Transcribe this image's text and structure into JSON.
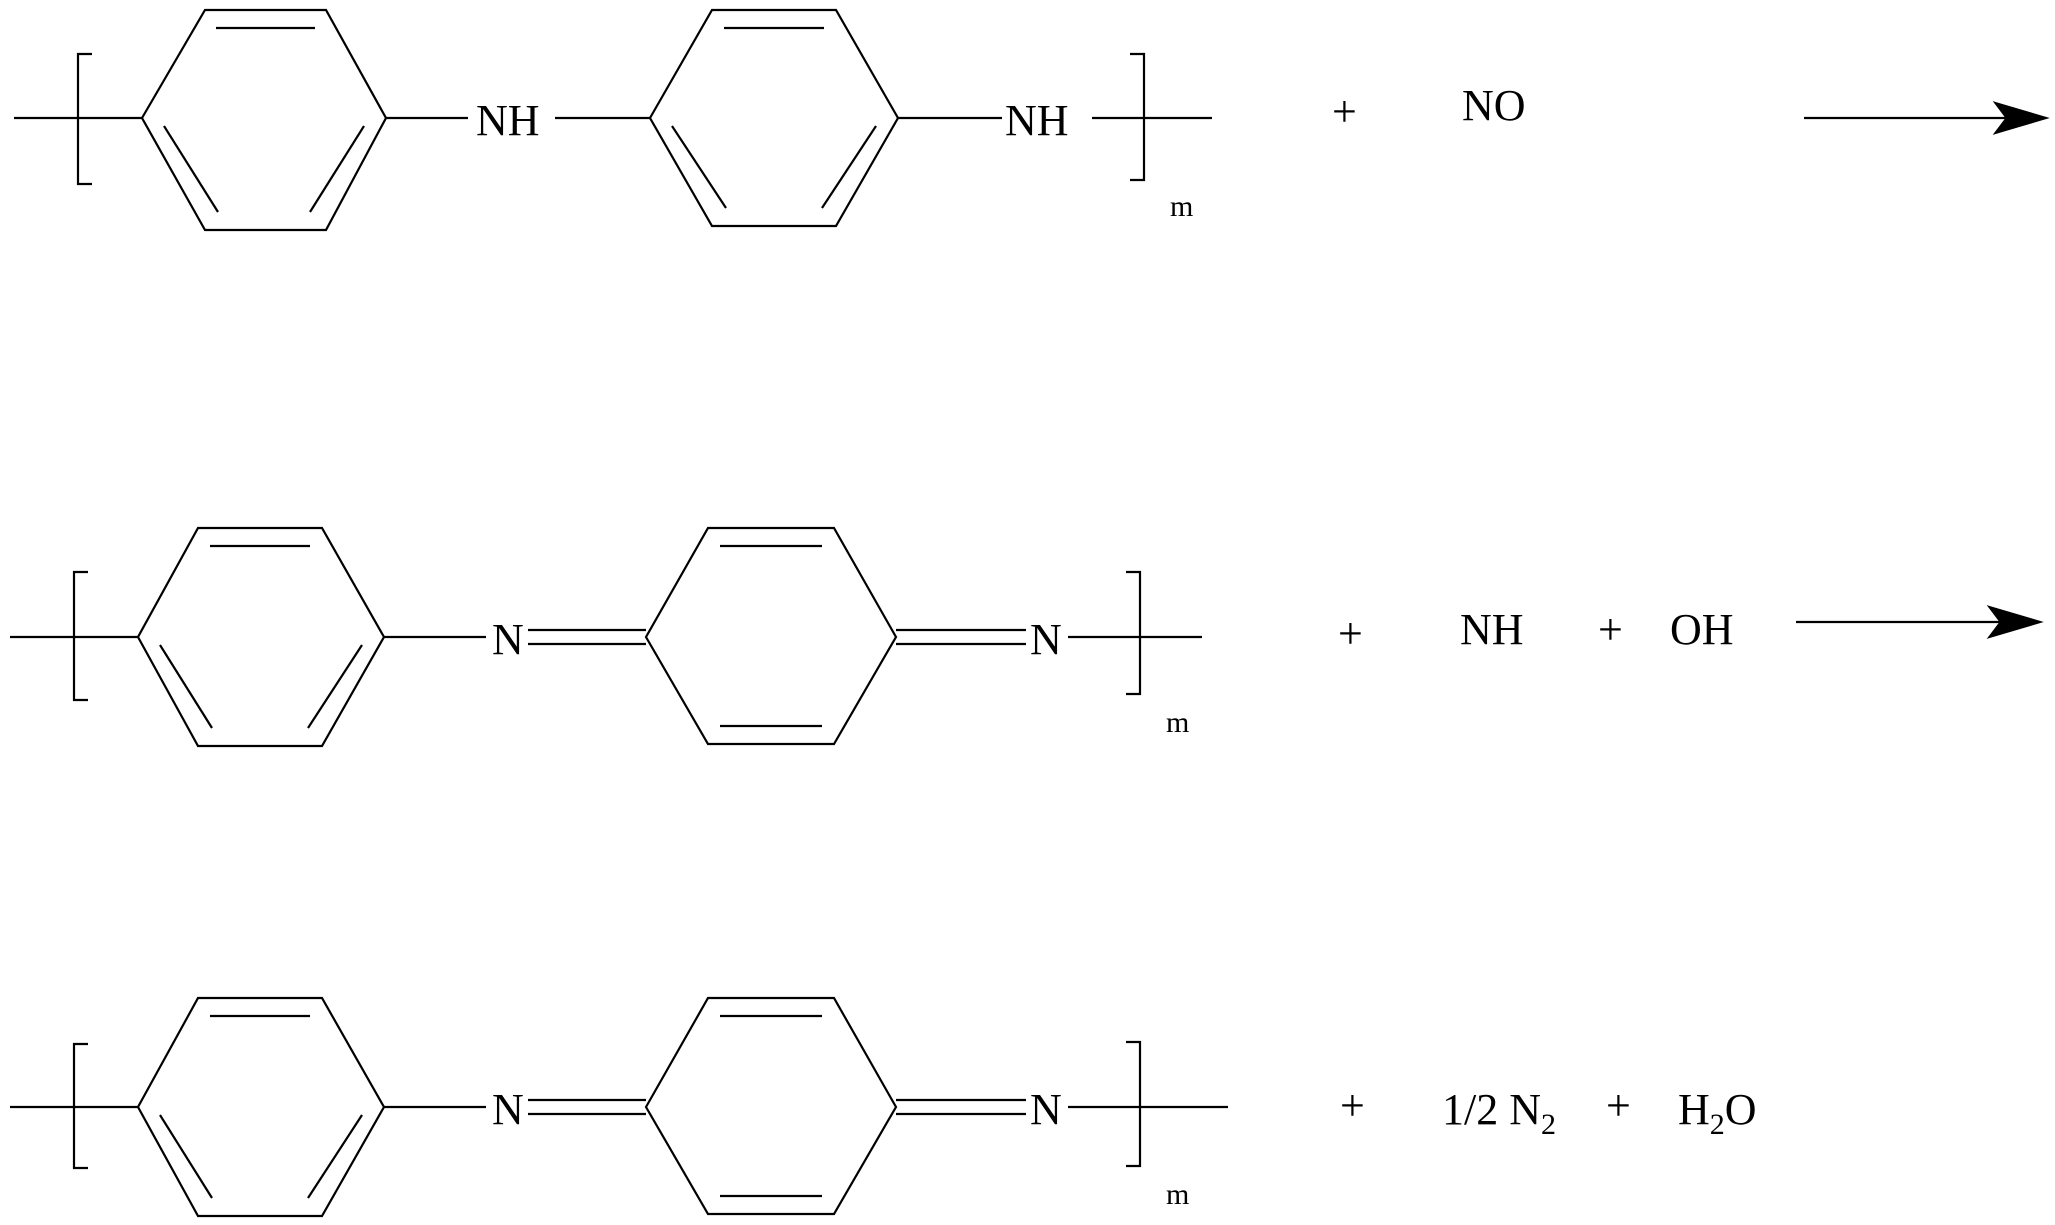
{
  "rows": [
    {
      "polymer": {
        "n1": "NH",
        "n2": "NH",
        "subscript": "m"
      },
      "plus1": "+",
      "reagent1": "NO",
      "has_arrow": true
    },
    {
      "polymer": {
        "n1": "N",
        "n2": "N",
        "subscript": "m"
      },
      "plus1": "+",
      "reagent1": "NH",
      "plus2": "+",
      "reagent2": "OH",
      "has_arrow": true
    },
    {
      "polymer": {
        "n1": "N",
        "n2": "N",
        "subscript": "m"
      },
      "plus1": "+",
      "product1": {
        "coef": "1/2 N",
        "sub": "2"
      },
      "plus2": "+",
      "product2": {
        "pre": "H",
        "sub": "2",
        "post": "O"
      },
      "has_arrow": false
    }
  ],
  "colors": {
    "ink": "#000000",
    "background": "#ffffff"
  }
}
